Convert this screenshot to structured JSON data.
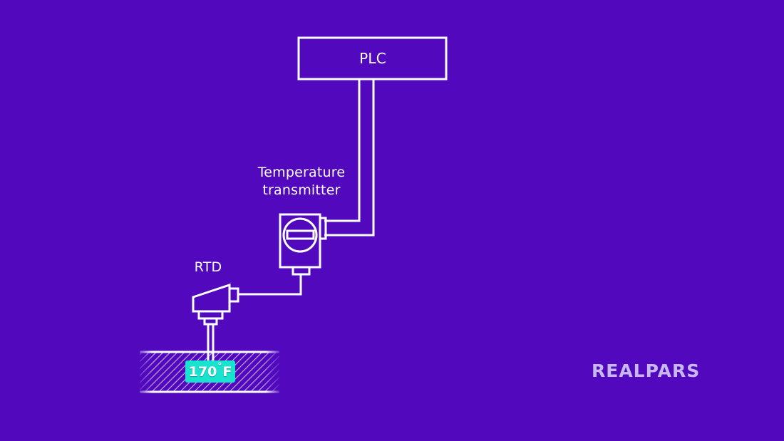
{
  "diagram": {
    "title": "PLC temperature measurement loop",
    "nodes": {
      "plc": {
        "label": "PLC"
      },
      "transmitter": {
        "label_line1": "Temperature",
        "label_line2": "transmitter"
      },
      "rtd": {
        "label": "RTD"
      }
    },
    "measurement": {
      "value": "170",
      "degree_symbol": "°",
      "unit": "F"
    },
    "connections": [
      {
        "from": "rtd",
        "to": "transmitter",
        "type": "signal-wire"
      },
      {
        "from": "transmitter",
        "to": "plc",
        "type": "two-wire-loop"
      }
    ]
  },
  "branding": {
    "logo_text": "REALPARS"
  },
  "colors": {
    "background": "#5208bd",
    "line": "#ffffff",
    "badge": "#19e3cf",
    "logo": "#c8b8f0"
  }
}
